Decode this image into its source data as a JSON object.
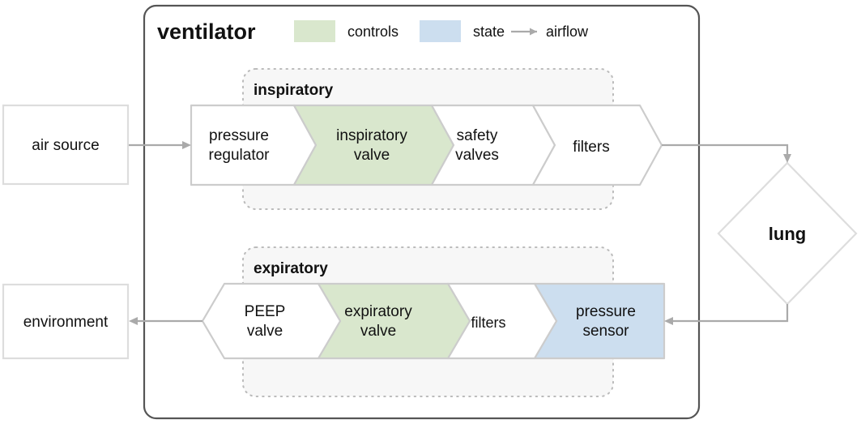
{
  "diagram": {
    "title": "ventilator",
    "colors": {
      "controls": "#d9e7cd",
      "state": "#ccdeef",
      "pipeline_stroke": "#cccccc",
      "container_stroke": "#555555",
      "group_fill": "#f7f7f7",
      "group_stroke": "#bbbbbb",
      "arrow": "#aaaaaa",
      "external_box_stroke": "#dddddd"
    },
    "legend": [
      {
        "name": "controls-swatch",
        "label": "controls",
        "color": "#d9e7cd",
        "kind": "swatch"
      },
      {
        "name": "state-swatch",
        "label": "state",
        "color": "#ccdeef",
        "kind": "swatch"
      },
      {
        "name": "airflow-arrow",
        "label": "airflow",
        "color": "#aaaaaa",
        "kind": "arrow"
      }
    ],
    "external_nodes": [
      {
        "id": "air-source",
        "label": "air source"
      },
      {
        "id": "environment",
        "label": "environment"
      },
      {
        "id": "lung",
        "label": "lung",
        "shape": "diamond"
      }
    ],
    "groups": [
      {
        "id": "inspiratory",
        "title": "inspiratory",
        "flow": "left-to-right",
        "stages": [
          {
            "id": "pressure-regulator",
            "label_line1": "pressure",
            "label_line2": "regulator",
            "type": "plain"
          },
          {
            "id": "inspiratory-valve",
            "label_line1": "inspiratory",
            "label_line2": "valve",
            "type": "controls"
          },
          {
            "id": "safety-valves",
            "label_line1": "safety",
            "label_line2": "valves",
            "type": "plain"
          },
          {
            "id": "filters-inspiratory",
            "label_line1": "filters",
            "label_line2": "",
            "type": "plain"
          }
        ]
      },
      {
        "id": "expiratory",
        "title": "expiratory",
        "flow": "right-to-left",
        "stages": [
          {
            "id": "peep-valve",
            "label_line1": "PEEP",
            "label_line2": "valve",
            "type": "plain"
          },
          {
            "id": "expiratory-valve",
            "label_line1": "expiratory",
            "label_line2": "valve",
            "type": "controls"
          },
          {
            "id": "filters-expiratory",
            "label_line1": "filters",
            "label_line2": "",
            "type": "plain"
          },
          {
            "id": "pressure-sensor",
            "label_line1": "pressure",
            "label_line2": "sensor",
            "type": "state"
          }
        ]
      }
    ],
    "connections": [
      {
        "id": "air-source-to-inspiratory",
        "from": "air source",
        "to": "pressure regulator"
      },
      {
        "id": "inspiratory-to-lung",
        "from": "filters",
        "to": "lung"
      },
      {
        "id": "lung-to-expiratory",
        "from": "lung",
        "to": "pressure sensor"
      },
      {
        "id": "expiratory-to-environment",
        "from": "PEEP valve",
        "to": "environment"
      }
    ]
  }
}
